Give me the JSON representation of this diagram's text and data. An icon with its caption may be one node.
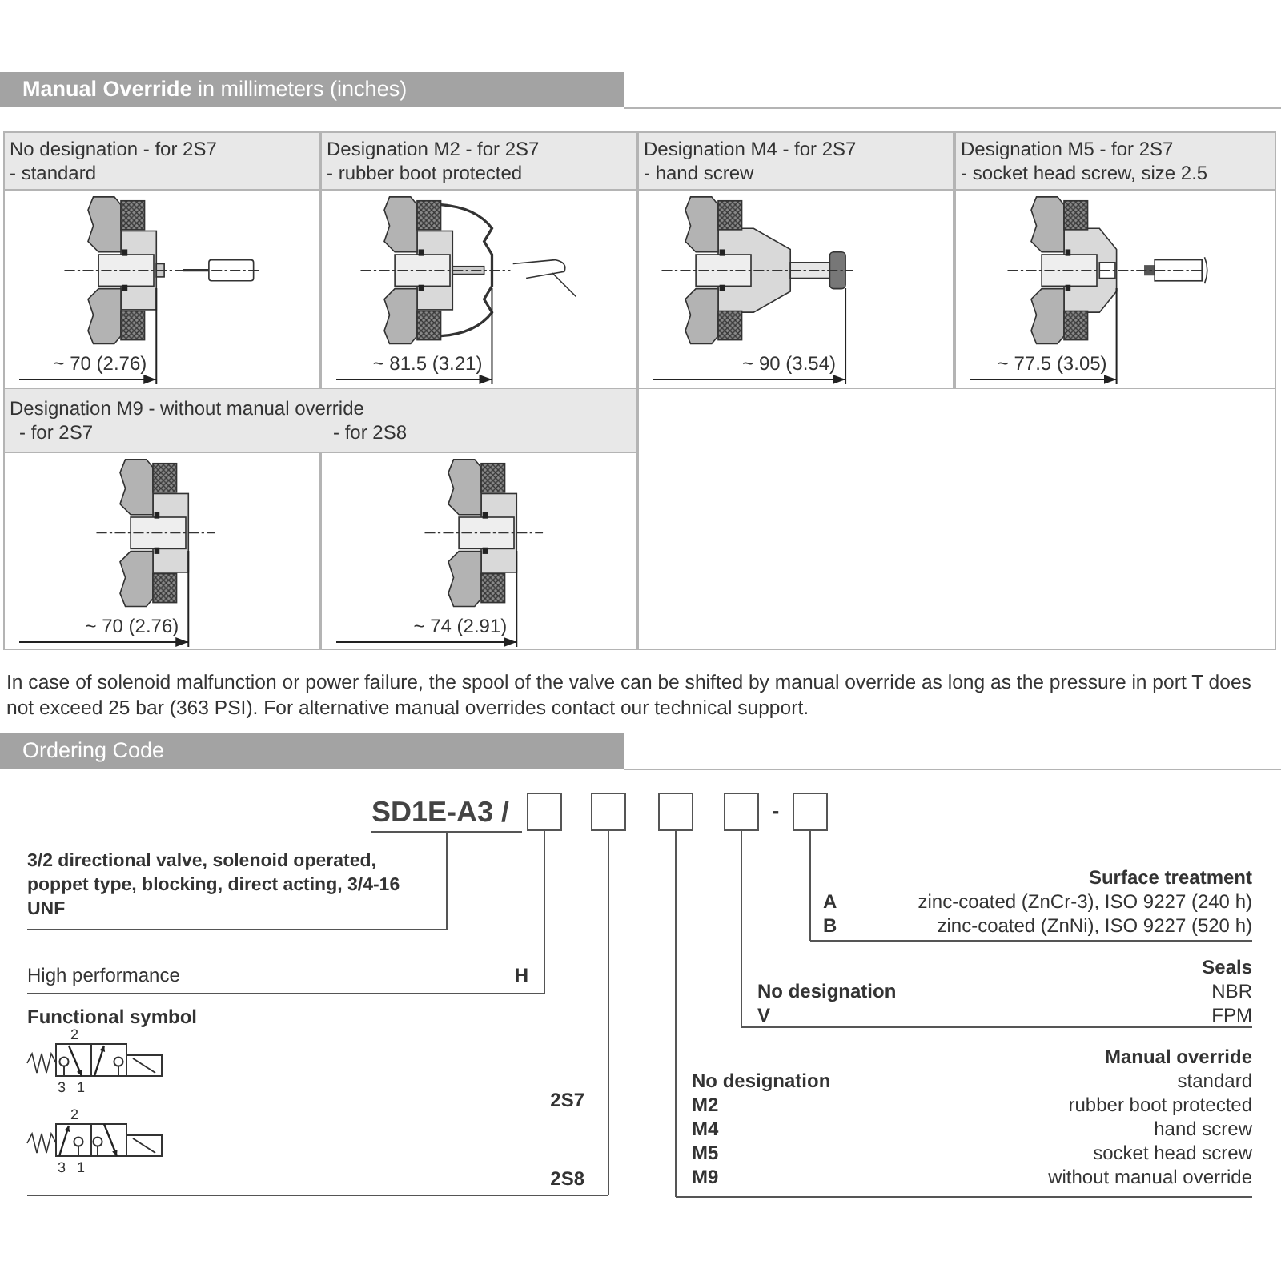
{
  "diagram": {
    "nodes": [
      {
        "text": [
          "SD1E-A3 /"
        ]
      },
      {
        "text": [],
        "shape": "box"
      },
      {
        "text": [],
        "shape": "box"
      },
      {
        "text": [],
        "shape": "box"
      },
      {
        "text": [],
        "shape": "box"
      },
      {
        "text": [],
        "shape": "box"
      },
      {
        "text": [
          "3/2 directional valve, solenoid operated, poppet type, blocking, direct acting, 3/4-16 UNF"
        ]
      },
      {
        "text": [
          "High performance",
          "H"
        ]
      },
      {
        "text": [
          "Functional symbol",
          "2S7",
          "2S8"
        ]
      },
      {
        "text": [
          "Manual override",
          "No designation",
          "standard",
          "M2",
          "rubber boot protected",
          "M4",
          "hand screw",
          "M5",
          "socket head screw",
          "M9",
          "without manual override"
        ]
      },
      {
        "text": [
          "Seals",
          "No designation",
          "NBR",
          "V",
          "FPM"
        ]
      },
      {
        "text": [
          "Surface treatment",
          "A",
          "zinc-coated (ZnCr-3), ISO 9227 (240 h)",
          "B",
          "zinc-coated (ZnNi), ISO 9227 (520 h)"
        ]
      }
    ],
    "edges": [
      {
        "from": 0,
        "to": 6,
        "arrow": "none"
      },
      {
        "from": 1,
        "to": 7,
        "arrow": "none"
      },
      {
        "from": 2,
        "to": 8,
        "arrow": "none"
      },
      {
        "from": 3,
        "to": 9,
        "arrow": "none"
      },
      {
        "from": 4,
        "to": 10,
        "arrow": "none"
      },
      {
        "from": 5,
        "to": 11,
        "arrow": "none"
      }
    ],
    "labels": [
      "**Manual Override** in millimeters (inches)",
      "No designation - for 2S7",
      "- standard",
      "Designation M2 - for 2S7",
      "- rubber boot protected",
      "Designation M4 - for 2S7",
      "- hand screw",
      "Designation M5 - for 2S7",
      "- socket head screw, size 2.5",
      "~ 70 (2.76)",
      "~ 81.5 (3.21)",
      "~ 90 (3.54)",
      "~ 77.5 (3.05)",
      "Designation M9 - without manual override",
      "- for 2S7",
      "- for 2S8",
      "~ 70 (2.76)",
      "~ 74 (2.91)",
      "In case of solenoid malfunction or power failure, the spool of the valve can be shifted by manual override as long as the pressure in port T does not exceed 25 bar (363 PSI). For alternative manual overrides contact our technical support.",
      "Ordering Code",
      "-",
      "2",
      "3",
      "1",
      "2",
      "3",
      "1"
    ]
  }
}
